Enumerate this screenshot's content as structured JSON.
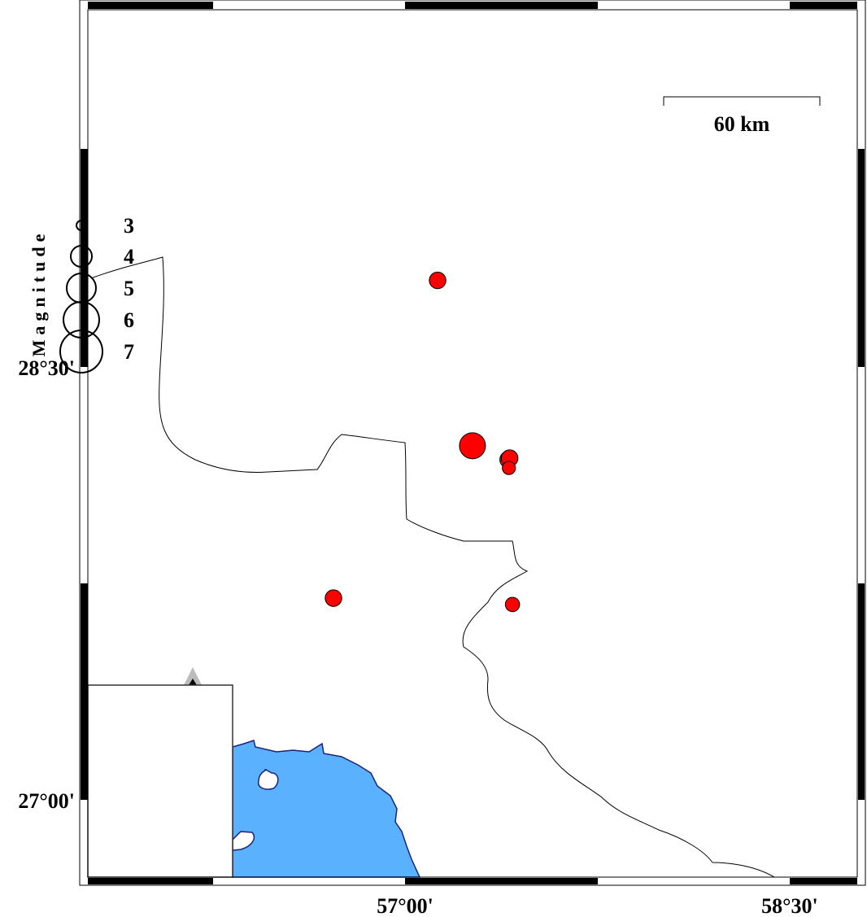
{
  "map": {
    "lon_labels": [
      {
        "text": "57°00'",
        "lon": 57.0
      },
      {
        "text": "58°30'",
        "lon": 58.5
      }
    ],
    "lat_labels": [
      {
        "text": "28°30'",
        "lat": 28.5
      },
      {
        "text": "27°00'",
        "lat": 27.0
      }
    ],
    "scale_bar": {
      "label": "60 km"
    },
    "legend": {
      "title": "Magnitude",
      "entries": [
        {
          "label": "3",
          "mag": 3
        },
        {
          "label": "4",
          "mag": 4
        },
        {
          "label": "5",
          "mag": 5
        },
        {
          "label": "6",
          "mag": 6
        },
        {
          "label": "7",
          "mag": 7
        }
      ]
    },
    "colors": {
      "event": "#ff0000",
      "sea": "#5ab1fd",
      "coast": "#1a237e",
      "border": "#000000"
    },
    "events": [
      {
        "lon": 57.127,
        "lat": 28.8,
        "mag": 3.6
      },
      {
        "lon": 57.263,
        "lat": 28.227,
        "mag": 4.6
      },
      {
        "lon": 57.402,
        "lat": 28.179,
        "mag": 3.6
      },
      {
        "lon": 57.408,
        "lat": 28.184,
        "mag": 3.6
      },
      {
        "lon": 57.405,
        "lat": 28.15,
        "mag": 3.3
      },
      {
        "lon": 56.721,
        "lat": 27.699,
        "mag": 3.6
      },
      {
        "lon": 57.419,
        "lat": 27.677,
        "mag": 3.4
      }
    ]
  }
}
